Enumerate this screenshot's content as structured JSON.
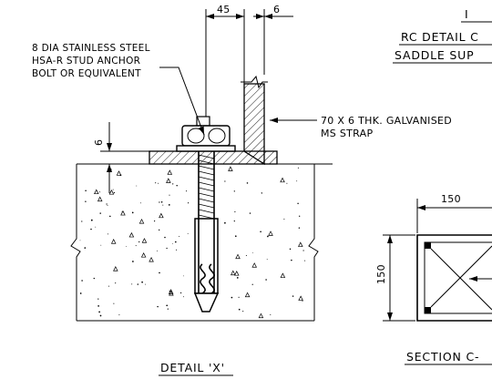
{
  "anchor_note": [
    "8 DIA STAINLESS STEEL",
    "HSA-R STUD ANCHOR",
    "BOLT OR EQUIVALENT"
  ],
  "strap_note": [
    "70 X 6 THK. GALVANISED",
    "MS STRAP"
  ],
  "dims": {
    "gap_45": "45",
    "strap_6_top": "6",
    "plate_6_left": "6",
    "section_width": "150",
    "section_height": "150"
  },
  "title_block_partial": {
    "line1": "I",
    "line2": "RC DETAIL C",
    "line3": "SADDLE SUP"
  },
  "section_title": "SECTION C-",
  "detail_title": "DETAIL 'X'"
}
